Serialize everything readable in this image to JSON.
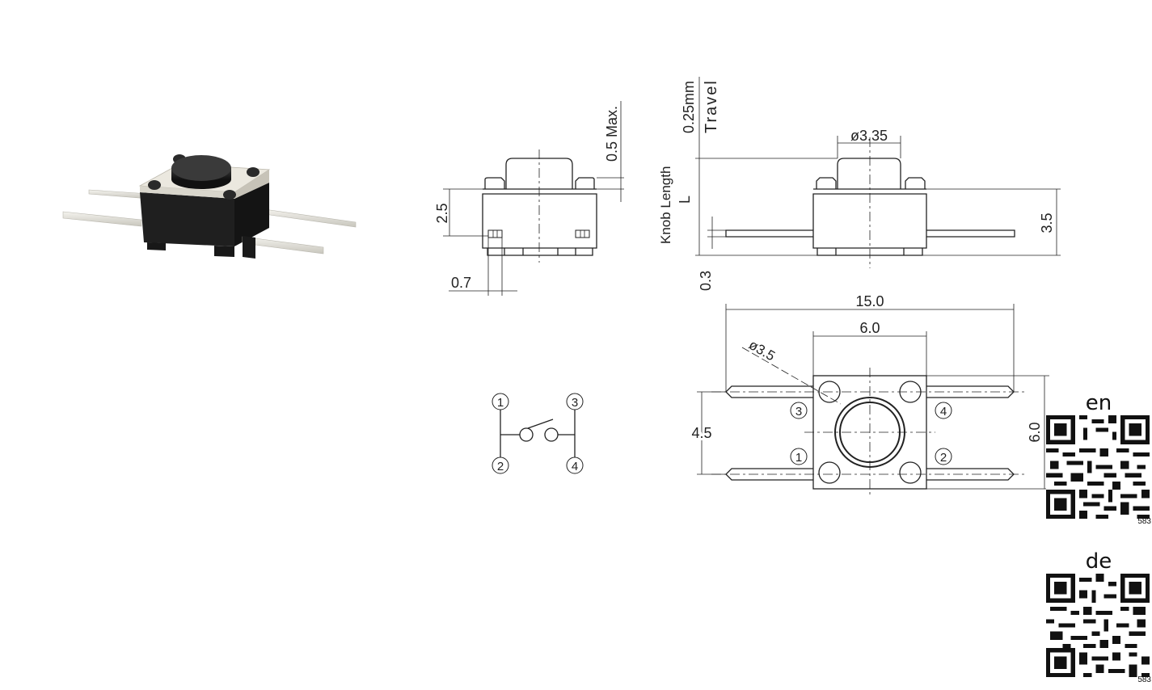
{
  "drawing": {
    "side_view": {
      "height_dim": "2.5",
      "pin_width_dim": "0.7",
      "knob_clearance_dim": "0.5 Max."
    },
    "front_view": {
      "travel_dim": "0.25mm",
      "travel_label": "Travel",
      "knob_label": "Knob Length",
      "knob_symbol": "L",
      "knob_dia_dim": "ø3.35",
      "body_height_dim": "3.5",
      "pin_offset_dim": "0.3"
    },
    "top_view": {
      "overall_length_dim": "15.0",
      "body_width_dim": "6.0",
      "body_height_dim": "6.0",
      "pin_pitch_dim": "4.5",
      "button_dia_dim": "ø3.5",
      "pin_numbers": [
        "3",
        "4",
        "1",
        "2"
      ]
    },
    "schematic": {
      "terminals": [
        "1",
        "3",
        "2",
        "4"
      ]
    }
  },
  "qr_codes": [
    {
      "lang": "en",
      "number": "583"
    },
    {
      "lang": "de",
      "number": "583"
    }
  ],
  "colors": {
    "line": "#222222",
    "body": "#1e1e1e",
    "top_plate": "#e9e6dd",
    "pins": "#e4e2da"
  }
}
